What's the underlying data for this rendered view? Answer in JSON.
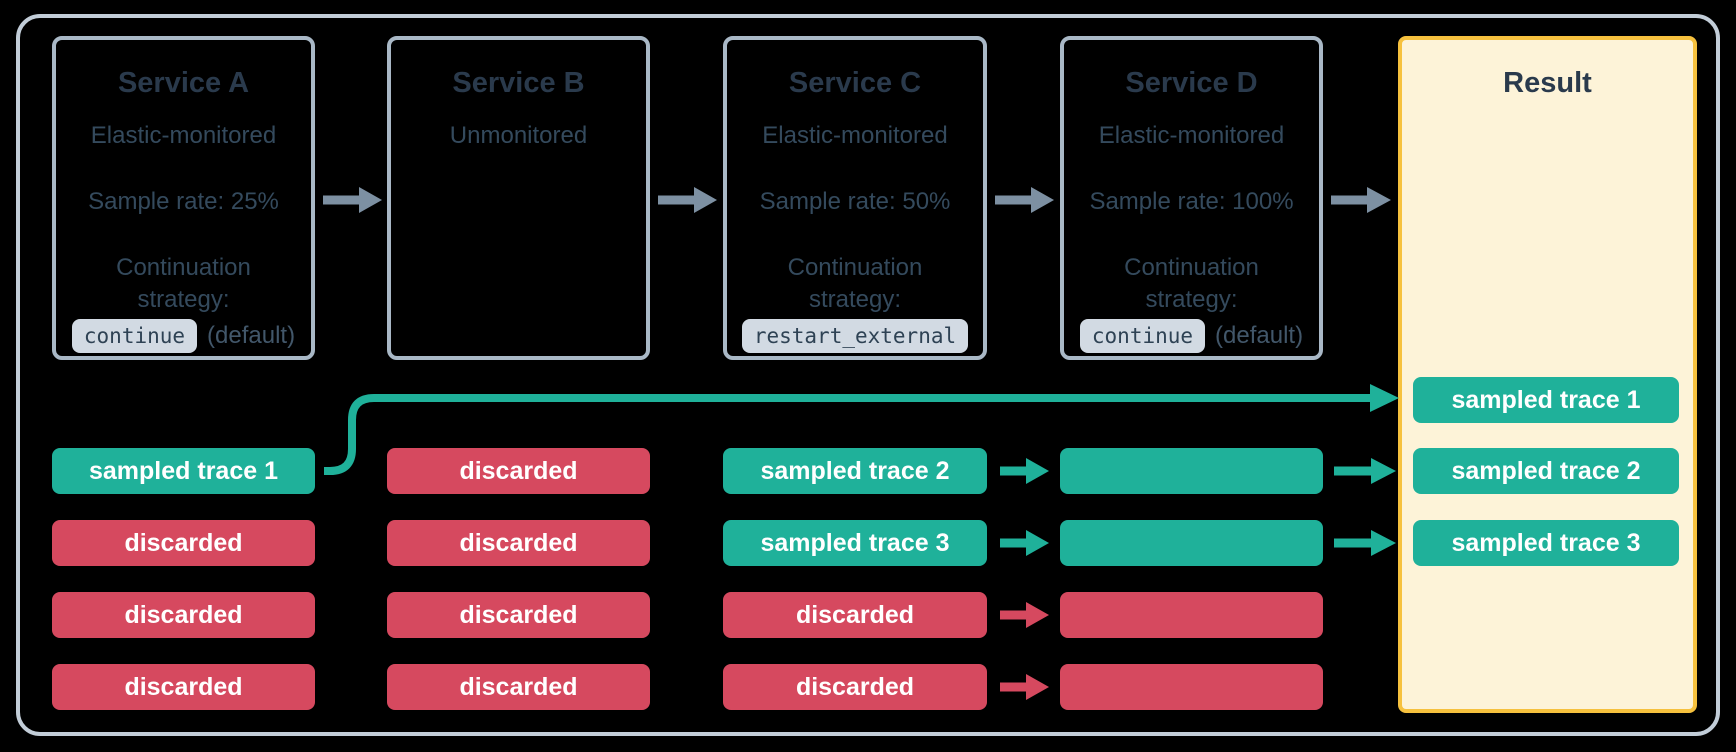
{
  "colors": {
    "background": "#000000",
    "frame_border": "#c2cdd8",
    "box_border": "#a9b8c6",
    "title_text": "#2a3a4c",
    "body_text": "#344a5d",
    "muted_text": "#42576a",
    "chip_bg": "#d2dae3",
    "chip_text": "#2e4254",
    "arrow_gray": "#7d90a2",
    "teal": "#1fb19a",
    "red": "#d6495f",
    "pill_text": "#ffffff",
    "result_border": "#f6c13e",
    "result_bg": "#fdf3d8"
  },
  "services": [
    {
      "title": "Service A",
      "monitoring": "Elastic-monitored",
      "sample_rate": "Sample rate: 25%",
      "strategy_label": "Continuation strategy:",
      "strategy_code": "continue",
      "strategy_suffix": "(default)"
    },
    {
      "title": "Service B",
      "monitoring": "Unmonitored"
    },
    {
      "title": "Service C",
      "monitoring": "Elastic-monitored",
      "sample_rate": "Sample rate: 50%",
      "strategy_label": "Continuation strategy:",
      "strategy_code": "restart_external",
      "strategy_suffix": ""
    },
    {
      "title": "Service D",
      "monitoring": "Elastic-monitored",
      "sample_rate": "Sample rate: 100%",
      "strategy_label": "Continuation strategy:",
      "strategy_code": "continue",
      "strategy_suffix": "(default)"
    }
  ],
  "result": {
    "title": "Result",
    "pills": [
      "sampled trace 1",
      "sampled trace 2",
      "sampled trace 3"
    ]
  },
  "columns": [
    {
      "service": "Service A",
      "pills": [
        {
          "label": "sampled trace 1",
          "type": "sampled"
        },
        {
          "label": "discarded",
          "type": "discarded"
        },
        {
          "label": "discarded",
          "type": "discarded"
        },
        {
          "label": "discarded",
          "type": "discarded"
        }
      ]
    },
    {
      "service": "Service B",
      "pills": [
        {
          "label": "discarded",
          "type": "discarded"
        },
        {
          "label": "discarded",
          "type": "discarded"
        },
        {
          "label": "discarded",
          "type": "discarded"
        },
        {
          "label": "discarded",
          "type": "discarded"
        }
      ]
    },
    {
      "service": "Service C",
      "pills": [
        {
          "label": "sampled trace 2",
          "type": "sampled"
        },
        {
          "label": "sampled trace 3",
          "type": "sampled"
        },
        {
          "label": "discarded",
          "type": "discarded"
        },
        {
          "label": "discarded",
          "type": "discarded"
        }
      ]
    },
    {
      "service": "Service D",
      "pills": [
        {
          "label": "",
          "type": "sampled"
        },
        {
          "label": "",
          "type": "sampled"
        },
        {
          "label": "",
          "type": "discarded"
        },
        {
          "label": "",
          "type": "discarded"
        }
      ]
    }
  ]
}
